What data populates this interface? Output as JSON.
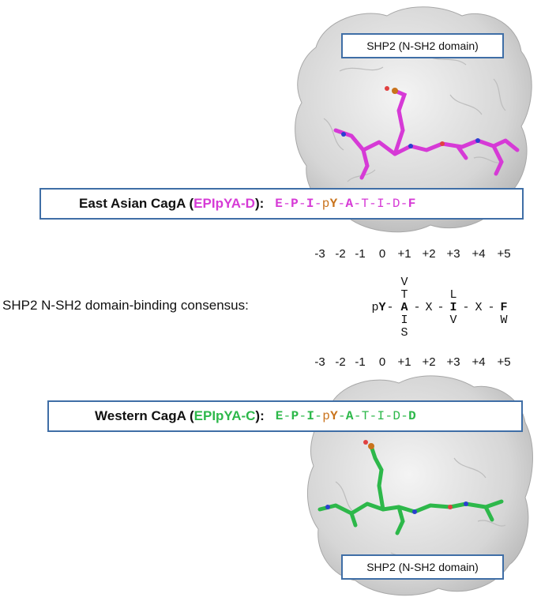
{
  "colors": {
    "box_border": "#3f6ea6",
    "east_asian": "#d63ad6",
    "western": "#2db84a",
    "pY": "#c9731c",
    "surface": "#d9d9d9",
    "text": "#111111"
  },
  "top_label": "SHP2 (N-SH2 domain)",
  "bottom_label": "SHP2 (N-SH2 domain)",
  "east": {
    "name": "East Asian CagA (",
    "motif": "EPIpYA-D",
    "close": "):",
    "seq": [
      "E",
      "-",
      "P",
      "-",
      "I",
      "-",
      "p",
      "Y",
      "-",
      "A",
      "-",
      "T",
      "-",
      "I",
      "-",
      "D",
      "-",
      "F"
    ]
  },
  "western": {
    "name": "Western CagA (",
    "motif": "EPIpYA-C",
    "close": "):",
    "seq": [
      "E",
      "-",
      "P",
      "-",
      "I",
      "-",
      "p",
      "Y",
      "-",
      "A",
      "-",
      "T",
      "-",
      "I",
      "-",
      "D",
      "-",
      "D"
    ]
  },
  "positions": [
    "-3",
    "-2",
    "-1",
    "0",
    "+1",
    "+2",
    "+3",
    "+4",
    "+5"
  ],
  "consensus": {
    "label": "SHP2 N-SH2 domain-binding consensus:",
    "main": [
      "p",
      "Y",
      "-",
      "A",
      "-",
      "X",
      "-",
      "I",
      "-",
      "X",
      "-",
      "F"
    ],
    "above_A": [
      "V",
      "T"
    ],
    "below_A": [
      "I",
      "S"
    ],
    "above_I": [
      "L"
    ],
    "below_I": [
      "V"
    ],
    "below_F": [
      "W"
    ]
  },
  "icons": [
    "protein-surface",
    "peptide-stick-model"
  ]
}
